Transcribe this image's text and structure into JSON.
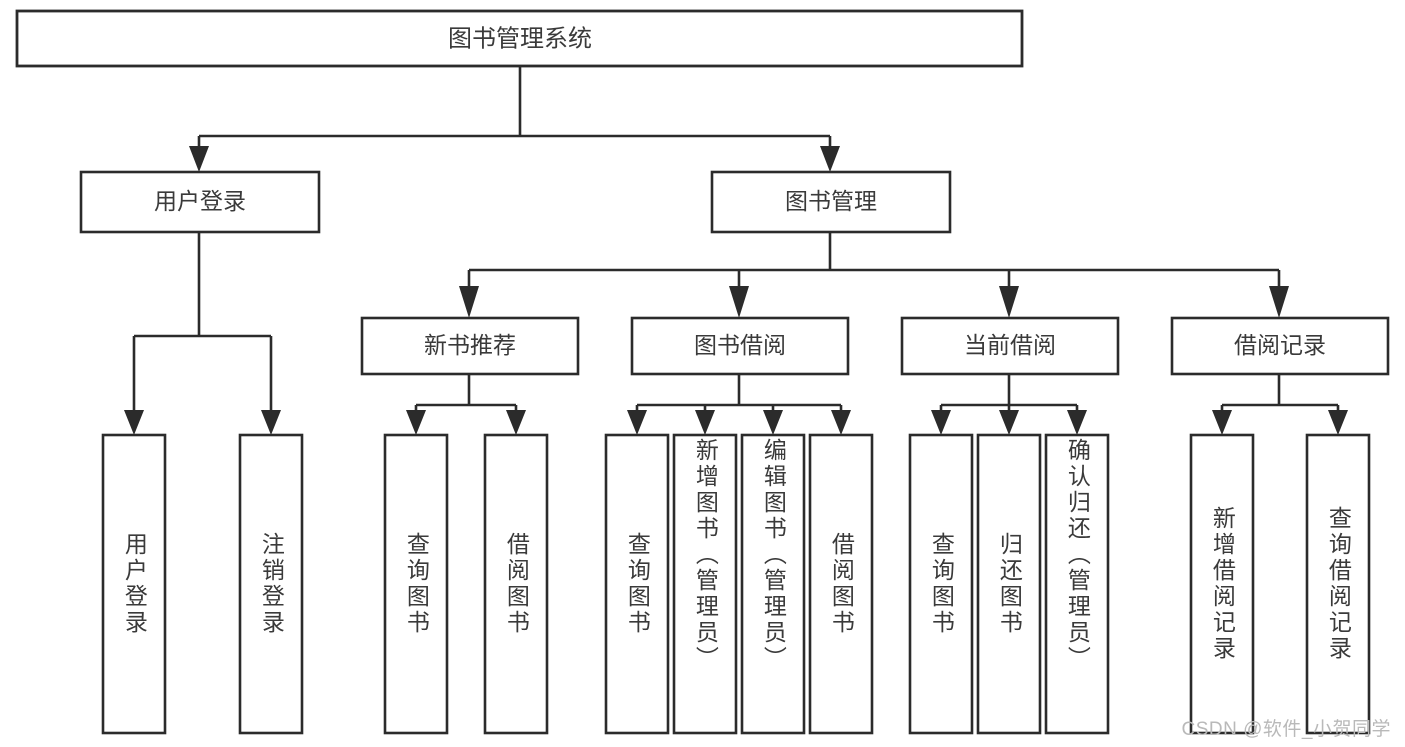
{
  "diagram": {
    "type": "tree",
    "title": "图书管理系统",
    "background_color": "#ffffff",
    "line_color": "#2b2b2b",
    "text_color": "#3a3a3a",
    "root": {
      "label": "图书管理系统",
      "children": [
        {
          "label": "用户登录",
          "children": [
            {
              "label": "用户登录"
            },
            {
              "label": "注销登录"
            }
          ]
        },
        {
          "label": "图书管理",
          "children": [
            {
              "label": "新书推荐",
              "children": [
                {
                  "label": "查询图书"
                },
                {
                  "label": "借阅图书"
                }
              ]
            },
            {
              "label": "图书借阅",
              "children": [
                {
                  "label": "查询图书"
                },
                {
                  "label": "新增图书（管理员）"
                },
                {
                  "label": "编辑图书（管理员）"
                },
                {
                  "label": "借阅图书"
                }
              ]
            },
            {
              "label": "当前借阅",
              "children": [
                {
                  "label": "查询图书"
                },
                {
                  "label": "归还图书"
                },
                {
                  "label": "确认归还（管理员）"
                }
              ]
            },
            {
              "label": "借阅记录",
              "children": [
                {
                  "label": "新增借阅记录"
                },
                {
                  "label": "查询借阅记录"
                }
              ]
            }
          ]
        }
      ]
    }
  },
  "nodes": {
    "root": "图书管理系统",
    "level2": {
      "user_login": "用户登录",
      "book_manage": "图书管理"
    },
    "level3": {
      "new_book_recommend": "新书推荐",
      "book_borrow": "图书借阅",
      "current_borrow": "当前借阅",
      "borrow_record": "借阅记录"
    },
    "leaves": {
      "user_login_1": "用户登录",
      "user_logout": "注销登录",
      "rec_query_book": "查询图书",
      "rec_borrow_book": "借阅图书",
      "bor_query_book": "查询图书",
      "bor_add_book": "新增图书（管理员）",
      "bor_edit_book": "编辑图书（管理员）",
      "bor_borrow_book": "借阅图书",
      "cur_query_book": "查询图书",
      "cur_return_book": "归还图书",
      "cur_confirm_return": "确认归还（管理员）",
      "rec_add_record": "新增借阅记录",
      "rec_query_record": "查询借阅记录"
    }
  },
  "watermark": {
    "text": "CSDN @软件_小贺同学"
  }
}
